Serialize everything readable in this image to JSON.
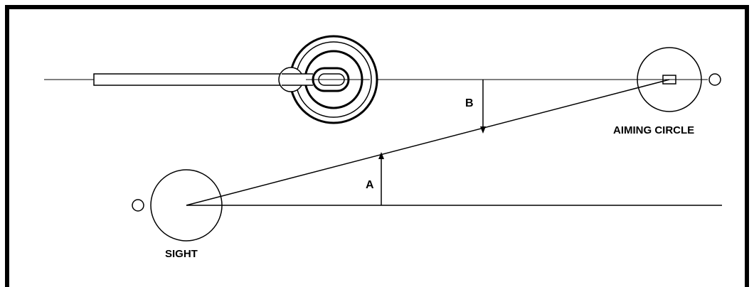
{
  "labels": {
    "aiming_circle": "AIMING CIRCLE",
    "sight": "SIGHT",
    "angle_a": "A",
    "angle_b": "B"
  },
  "colors": {
    "line": "#000000",
    "background": "#ffffff"
  }
}
